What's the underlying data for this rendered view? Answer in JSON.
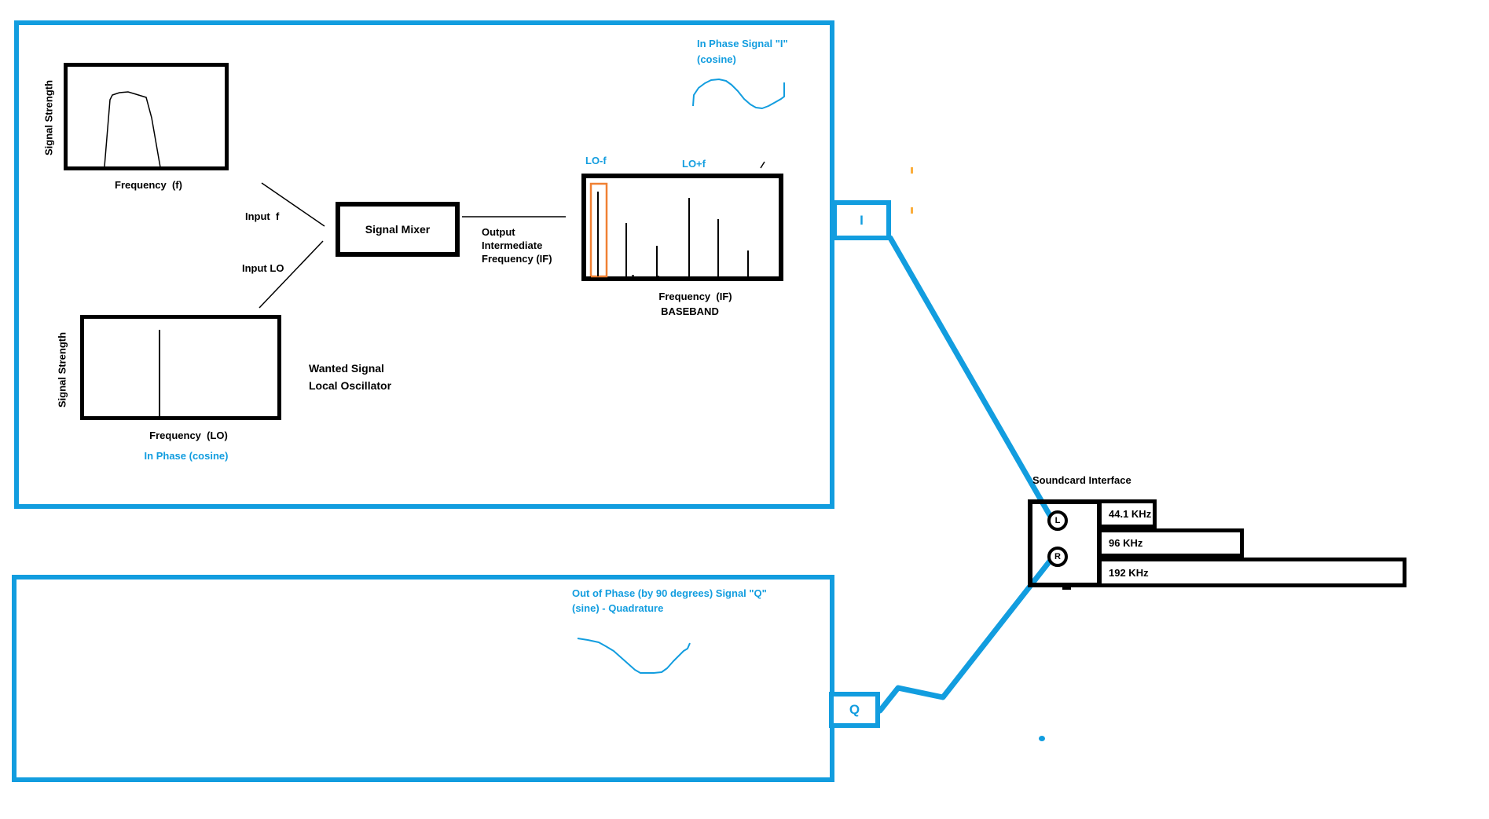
{
  "colors": {
    "accent_blue": "#129DDF",
    "highlight_orange": "#F08033",
    "tick_orange": "#FBAE3C",
    "line_black": "#000000"
  },
  "rf_panel": {
    "input_chart": {
      "ylabel": "Signal Strength",
      "xlabel": "Frequency  (f)"
    },
    "input_f_label": "Input  f",
    "input_lo_label": "Input LO",
    "mixer_label": "Signal Mixer",
    "output_label_line1": "Output",
    "output_label_line2": "Intermediate",
    "output_label_line3": "Frequency (IF)",
    "if_chart": {
      "lo_minus_label": "LO-f",
      "lo_plus_label": "LO+f",
      "xlabel": "Frequency  (IF)",
      "sublabel": "BASEBAND"
    },
    "lo_chart": {
      "ylabel": "Signal Strength",
      "xlabel": "Frequency  (LO)",
      "sublabel": "In Phase (cosine)"
    },
    "legend_line1": "Wanted Signal",
    "legend_line2": "Local Oscillator",
    "i_signal_title": "In Phase Signal \"I\"",
    "i_signal_subtitle": "(cosine)"
  },
  "q_panel": {
    "title": "Out of Phase (by 90 degrees) Signal \"Q\"",
    "subtitle": "(sine) - Quadrature"
  },
  "io": {
    "i_label": "I",
    "q_label": "Q"
  },
  "soundcard": {
    "title": "Soundcard Interface",
    "jack_left": "L",
    "jack_right": "R",
    "rates": [
      "44.1 KHz",
      "96 KHz",
      "192 KHz"
    ]
  },
  "chart_data": [
    {
      "type": "area",
      "title": "Wanted input signal spectrum",
      "xlabel": "Frequency  (f)",
      "ylabel": "Signal Strength",
      "shape": "trapezoidal band-pass hump, flat-topped, centered in the plot"
    },
    {
      "type": "bar",
      "title": "Mixer output spectrum (Intermediate Frequency / BASEBAND)",
      "xlabel": "Frequency  (IF)",
      "categories": [
        "LO-f (highlighted)",
        "",
        "",
        "LO+f",
        "",
        ""
      ],
      "values_rel": [
        1.0,
        0.63,
        0.36,
        0.93,
        0.68,
        0.31
      ],
      "highlight": "first spike boxed in orange, labeled LO-f"
    },
    {
      "type": "bar",
      "title": "Local oscillator spectrum",
      "xlabel": "Frequency  (LO)",
      "ylabel": "Signal Strength",
      "values_rel": [
        1.0
      ],
      "note": "single spike at ~40% of frequency axis"
    }
  ],
  "figures": {
    "trapezoid_f": "133,212 140,127 143,121 152,118 163,117 173,120 186,124 193,150 204,213",
    "chart_f_tick": "84,212 84,206",
    "input_f_line": "333,233 413,288",
    "input_lo_line": "411,307 330,392",
    "output_line": "588,276 720,276",
    "if_spikes": [
      "761,352 761,244",
      "797,352 797,284",
      "836,352 836,313",
      "877,352 877,252",
      "914,352 914,279",
      "952,352 952,319"
    ],
    "if_highlight": "752,352 752,234 772,234 772,352 752,352",
    "if_axis_dot1": "804,351 807,351",
    "if_axis_dot2": "836,352 839,352",
    "apostrophe_mark": "973,206 968,214",
    "lo_spike": "203,535 203,420",
    "lo_axis_dot": "167,532 170,532",
    "i_wave": "882,135 883,121 889,112 897,106 905,102 915,101 924,103 931,108 939,116 947,126 955,133 962,137 970,138 978,135 987,130 994,126 998,123 998,105",
    "q_wave": "735,813 748,815 762,818 771,823 781,829 790,837 799,845 808,853 815,857 832,857 842,856 849,851 857,842 864,835 870,829 875,826 878,819",
    "i_connector": "1133,303 1337,658",
    "q_connector": "1120,905 1143,876 1200,888 1338,712"
  }
}
